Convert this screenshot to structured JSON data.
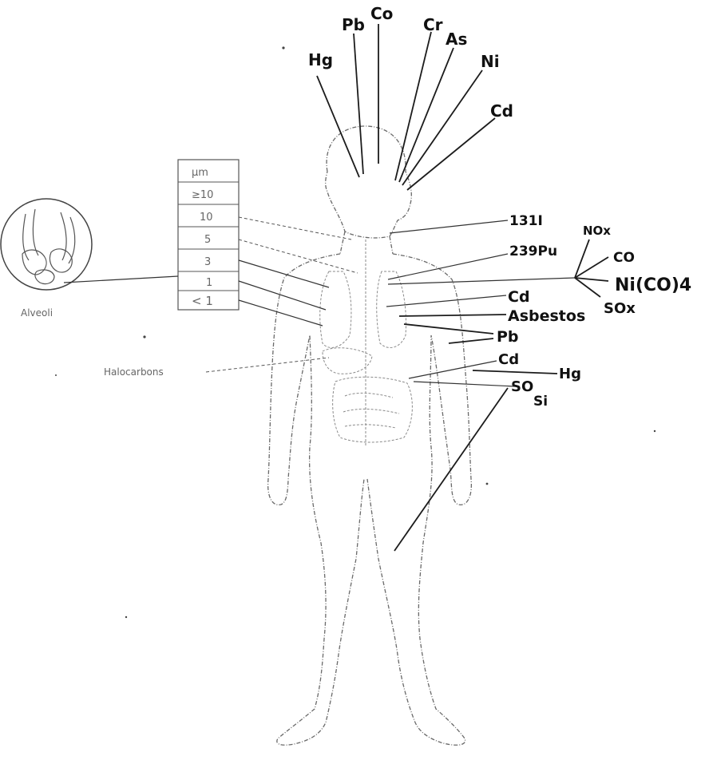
{
  "diagram": {
    "head_labels": [
      "Hg",
      "Pb",
      "Co",
      "Cr",
      "As",
      "Ni",
      "Cd"
    ],
    "particle_table": {
      "rows": [
        "μm",
        "≥10",
        "10",
        "5",
        "3",
        "1",
        "< 1"
      ]
    },
    "alveoli_label": "Alveoli",
    "halocarbons_label": "Halocarbons",
    "right_labels": {
      "iodine": "131I",
      "plutonium": "239Pu",
      "no_x": "NOx",
      "co": "CO",
      "ni_co4": "Ni(CO)4",
      "so_x": "SOx",
      "cd_upper": "Cd",
      "asbestos": "Asbestos",
      "pb": "Pb",
      "cd_lower": "Cd",
      "hg": "Hg",
      "so": "SO",
      "si": "Si"
    }
  }
}
